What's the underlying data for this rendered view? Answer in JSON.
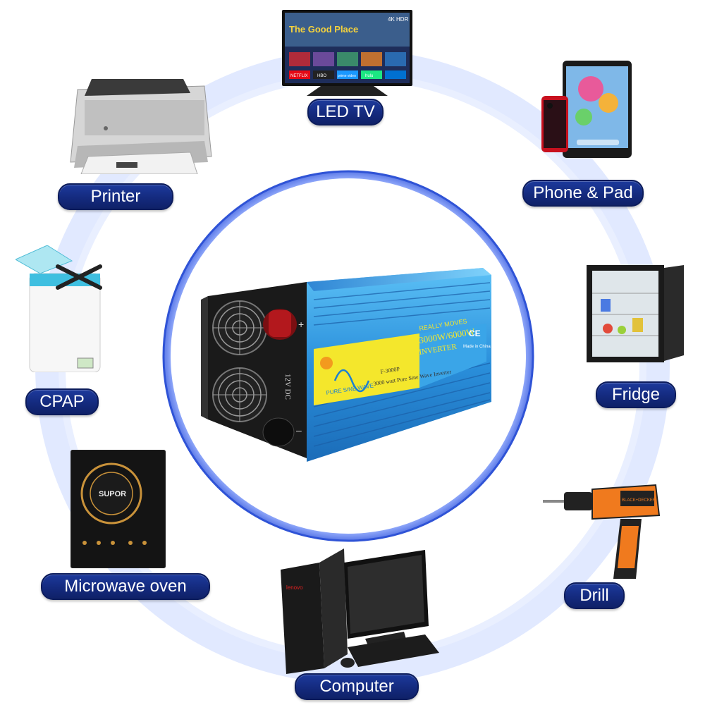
{
  "labels": {
    "led_tv": "LED TV",
    "phone_pad": "Phone & Pad",
    "printer": "Printer",
    "fridge": "Fridge",
    "cpap": "CPAP",
    "drill": "Drill",
    "microwave": "Microwave oven",
    "computer": "Computer"
  },
  "product": {
    "brand_top": "REALLY MOVES",
    "power": "3000W/6000W",
    "type": "INVERTER",
    "model": "F-3000P",
    "tagline": "3000 watt Pure Sine Wave Inverter",
    "wave_label": "PURE SINE WAVE",
    "voltage": "12V DC",
    "ce": "CE",
    "made_in": "Made in China"
  },
  "tv_screen": {
    "title": "The Good Place",
    "badge": "4K HDR",
    "apps": [
      "NETFLIX",
      "HBO",
      "prime video",
      "hulu"
    ]
  },
  "microwave_brand": "SUPOR",
  "drill_brand": "BLACK+DECKER",
  "computer_brand": "lenovo",
  "colors": {
    "pill_blue": "#142a7e",
    "ring_blue": "#c9d8ff",
    "inverter_blue": "#3aa5e8",
    "label_yellow": "#f7e82a"
  }
}
